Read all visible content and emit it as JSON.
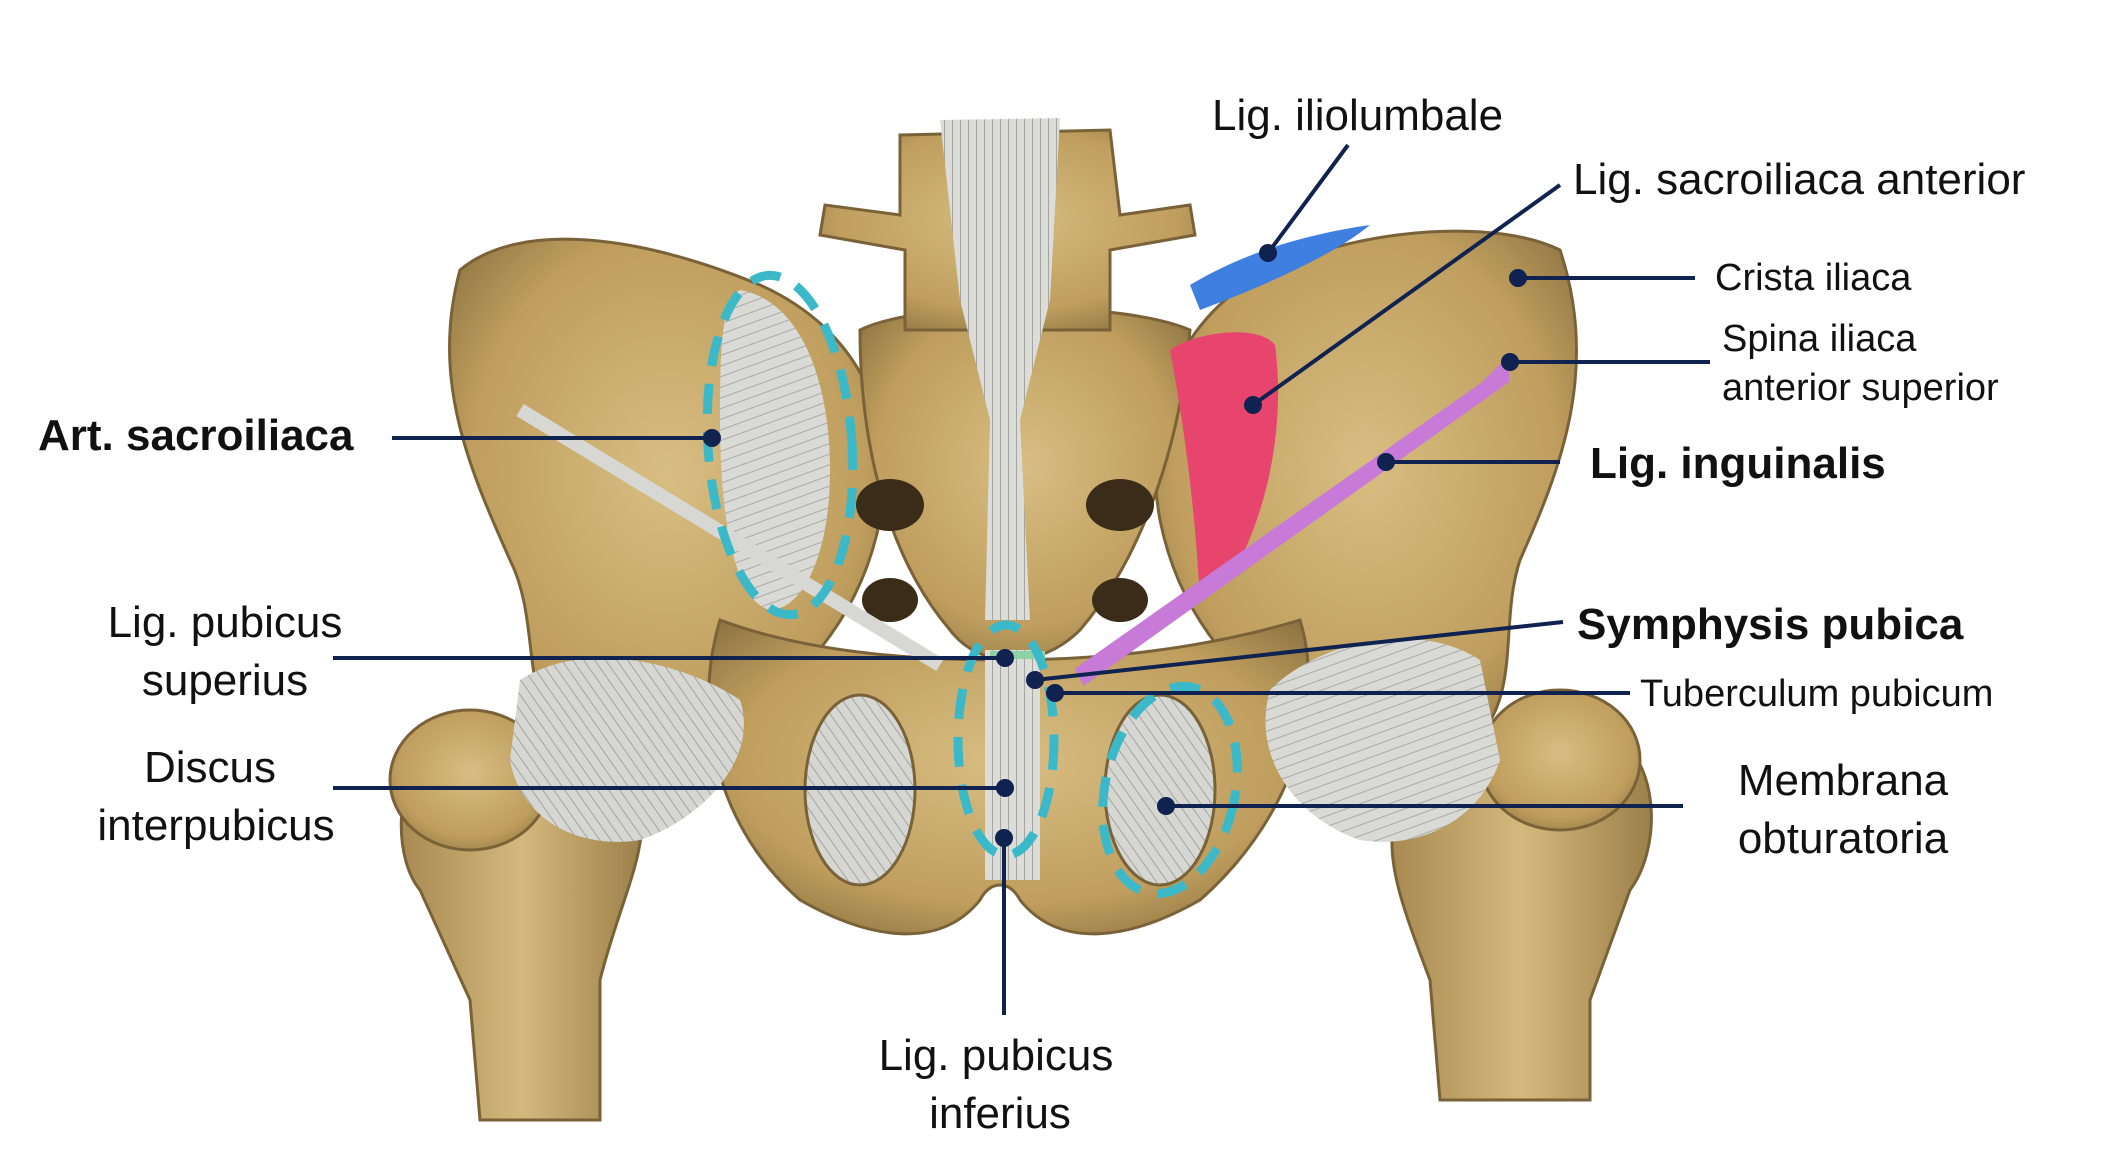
{
  "labels": {
    "art_sacroiliaca": "Art. sacroiliaca",
    "lig_iliolumbale": "Lig. iliolumbale",
    "lig_sacroiliaca_anterior": "Lig. sacroiliaca anterior",
    "crista_iliaca": "Crista iliaca",
    "spina_line1": "Spina iliaca",
    "spina_line2": "anterior superior",
    "lig_inguinalis": "Lig. inguinalis",
    "pub_sup_line1": "Lig. pubicus",
    "pub_sup_line2": "superius",
    "symphysis_pubica": "Symphysis pubica",
    "tuberculum_pubicum": "Tuberculum pubicum",
    "discus_line1": "Discus",
    "discus_line2": "interpubicus",
    "membrana_line1": "Membrana",
    "membrana_line2": "obturatoria",
    "pub_inf_line1": "Lig. pubicus",
    "pub_inf_line2": "inferius"
  },
  "colors": {
    "leader_line": "#0f2250",
    "highlight_dash": "#3bb9c9",
    "iliolumbale_ligament": "#3f7fe0",
    "sacroiliac_anterior_ligament": "#e8456e",
    "inguinal_ligament": "#c77ad8",
    "bone": "#c8a86a",
    "ligament_tissue": "#d9d9d6"
  }
}
